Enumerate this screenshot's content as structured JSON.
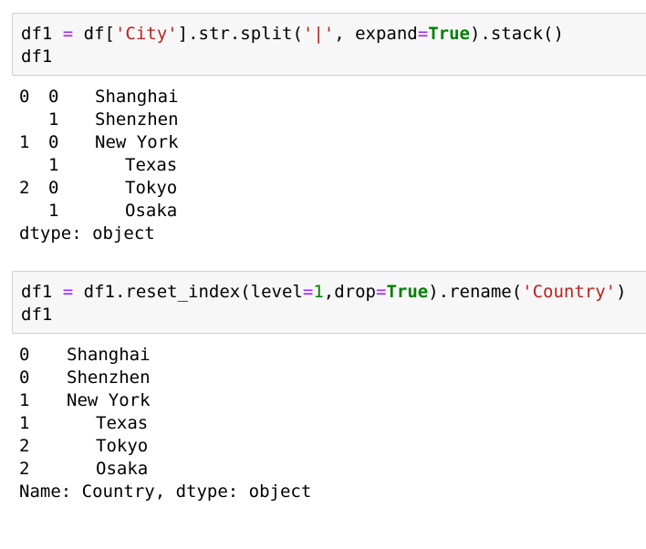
{
  "cells": [
    {
      "input": {
        "line1": {
          "t1": "df1 ",
          "t2": "=",
          "t3": " df[",
          "t4": "'City'",
          "t5": "].str.split(",
          "t6": "'|'",
          "t7": ", expand",
          "t8": "=",
          "t9": "True",
          "t10": ").stack()"
        },
        "line2": "df1"
      },
      "output": {
        "rows": [
          {
            "idx0": "0",
            "idx1": "0",
            "value": "Shanghai"
          },
          {
            "idx0": "",
            "idx1": "1",
            "value": "Shenzhen"
          },
          {
            "idx0": "1",
            "idx1": "0",
            "value": "New York"
          },
          {
            "idx0": "",
            "idx1": "1",
            "value": "Texas"
          },
          {
            "idx0": "2",
            "idx1": "0",
            "value": "Tokyo"
          },
          {
            "idx0": "",
            "idx1": "1",
            "value": "Osaka"
          }
        ],
        "footer": "dtype: object"
      }
    },
    {
      "input": {
        "line1": {
          "t1": "df1 ",
          "t2": "=",
          "t3": " df1.reset_index(level",
          "t4": "=",
          "t5": "1",
          "t6": ",drop",
          "t7": "=",
          "t8": "True",
          "t9": ").rename(",
          "t10": "'Country'",
          "t11": ")"
        },
        "line2": "df1"
      },
      "output": {
        "rows": [
          {
            "idx": "0",
            "value": "Shanghai"
          },
          {
            "idx": "0",
            "value": "Shenzhen"
          },
          {
            "idx": "1",
            "value": "New York"
          },
          {
            "idx": "1",
            "value": "Texas"
          },
          {
            "idx": "2",
            "value": "Tokyo"
          },
          {
            "idx": "2",
            "value": "Osaka"
          }
        ],
        "footer": "Name: Country, dtype: object"
      }
    }
  ],
  "colors": {
    "cell_background": "#f7f7f7",
    "cell_border": "#cfcfcf",
    "string": "#ba2121",
    "keyword": "#008000",
    "operator": "#aa22ff"
  }
}
